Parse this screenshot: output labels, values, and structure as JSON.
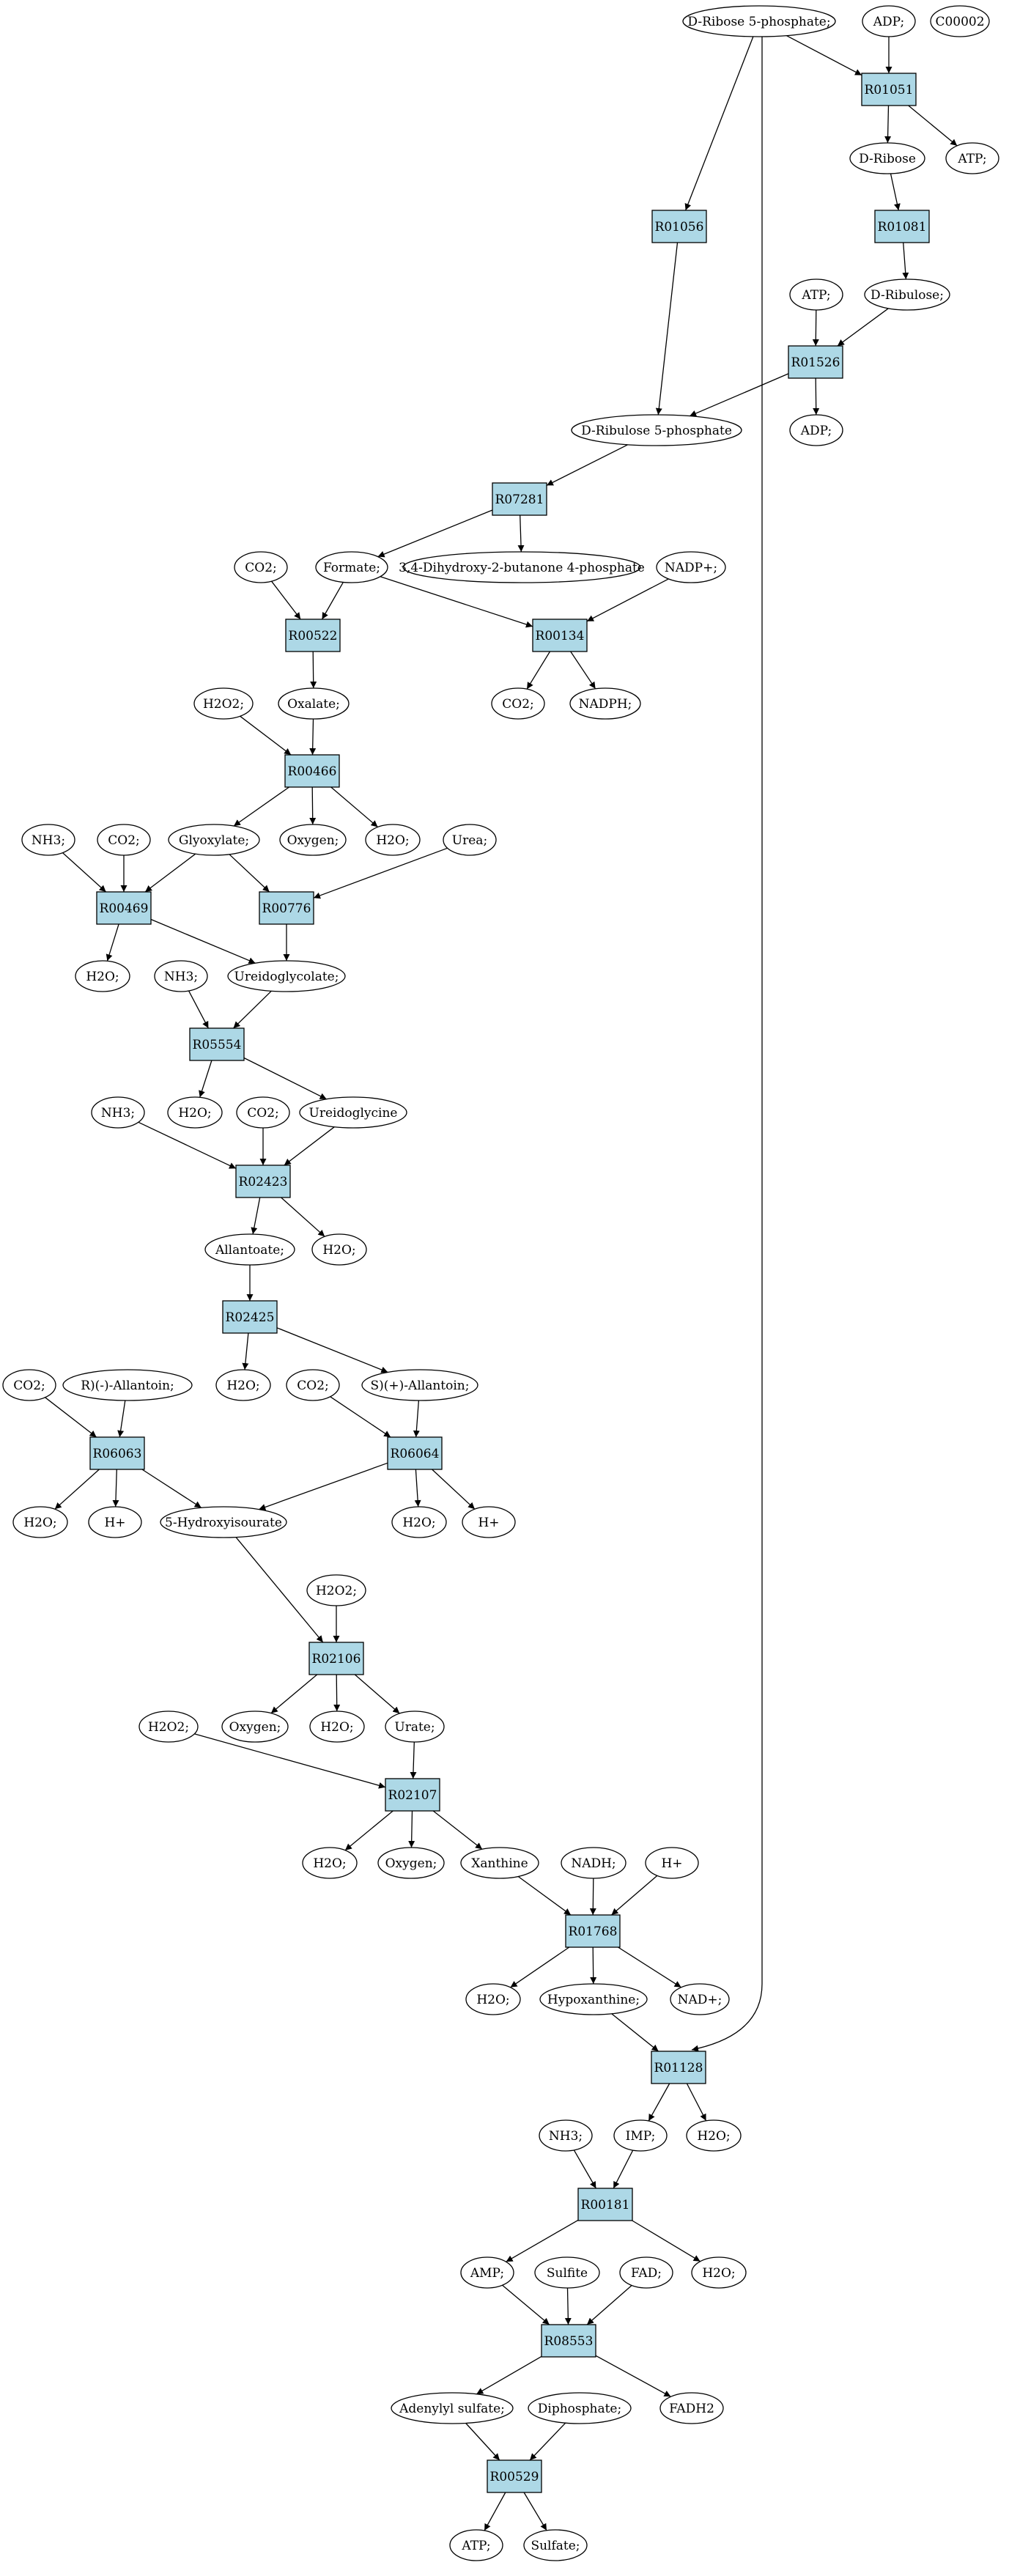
{
  "colors": {
    "reaction_fill": "#add8e6",
    "start_fill": "#00ff00",
    "highlight_fill": "#ffff00"
  },
  "nodes": [
    {
      "id": "ribose5p",
      "type": "compound",
      "label": "D-Ribose 5-phosphate;",
      "fill": "#00ff00"
    },
    {
      "id": "adp_top",
      "type": "compound",
      "label": "ADP;"
    },
    {
      "id": "c00002",
      "type": "compound",
      "label": "C00002",
      "fill": "#ffff00"
    },
    {
      "id": "r01051",
      "type": "reaction",
      "label": "R01051"
    },
    {
      "id": "dribose",
      "type": "compound",
      "label": "D-Ribose"
    },
    {
      "id": "atp_1",
      "type": "compound",
      "label": "ATP;"
    },
    {
      "id": "r01056",
      "type": "reaction",
      "label": "R01056"
    },
    {
      "id": "r01081",
      "type": "reaction",
      "label": "R01081"
    },
    {
      "id": "atp_2",
      "type": "compound",
      "label": "ATP;"
    },
    {
      "id": "dribulose",
      "type": "compound",
      "label": "D-Ribulose;"
    },
    {
      "id": "r01526",
      "type": "reaction",
      "label": "R01526"
    },
    {
      "id": "ribulose5p",
      "type": "compound",
      "label": "D-Ribulose 5-phosphate"
    },
    {
      "id": "adp_2",
      "type": "compound",
      "label": "ADP;"
    },
    {
      "id": "r07281",
      "type": "reaction",
      "label": "R07281"
    },
    {
      "id": "co2_1",
      "type": "compound",
      "label": "CO2;"
    },
    {
      "id": "formate",
      "type": "compound",
      "label": "Formate;"
    },
    {
      "id": "dhbp",
      "type": "compound",
      "label": "3,4-Dihydroxy-2-butanone 4-phosphate"
    },
    {
      "id": "nadp",
      "type": "compound",
      "label": "NADP+;"
    },
    {
      "id": "r00522",
      "type": "reaction",
      "label": "R00522"
    },
    {
      "id": "r00134",
      "type": "reaction",
      "label": "R00134"
    },
    {
      "id": "h2o2_1",
      "type": "compound",
      "label": "H2O2;"
    },
    {
      "id": "oxalate",
      "type": "compound",
      "label": "Oxalate;"
    },
    {
      "id": "co2_2",
      "type": "compound",
      "label": "CO2;"
    },
    {
      "id": "nadph",
      "type": "compound",
      "label": "NADPH;"
    },
    {
      "id": "r00466",
      "type": "reaction",
      "label": "R00466"
    },
    {
      "id": "nh3_1",
      "type": "compound",
      "label": "NH3;"
    },
    {
      "id": "co2_3",
      "type": "compound",
      "label": "CO2;"
    },
    {
      "id": "glyoxylate",
      "type": "compound",
      "label": "Glyoxylate;"
    },
    {
      "id": "oxygen_1",
      "type": "compound",
      "label": "Oxygen;"
    },
    {
      "id": "h2o_1",
      "type": "compound",
      "label": "H2O;"
    },
    {
      "id": "urea",
      "type": "compound",
      "label": "Urea;"
    },
    {
      "id": "r00469",
      "type": "reaction",
      "label": "R00469"
    },
    {
      "id": "r00776",
      "type": "reaction",
      "label": "R00776"
    },
    {
      "id": "h2o_2",
      "type": "compound",
      "label": "H2O;"
    },
    {
      "id": "nh3_2",
      "type": "compound",
      "label": "NH3;"
    },
    {
      "id": "ureidoglycolate",
      "type": "compound",
      "label": "Ureidoglycolate;"
    },
    {
      "id": "r05554",
      "type": "reaction",
      "label": "R05554"
    },
    {
      "id": "nh3_3",
      "type": "compound",
      "label": "NH3;"
    },
    {
      "id": "h2o_3",
      "type": "compound",
      "label": "H2O;"
    },
    {
      "id": "co2_4",
      "type": "compound",
      "label": "CO2;"
    },
    {
      "id": "ureidoglycine",
      "type": "compound",
      "label": "Ureidoglycine"
    },
    {
      "id": "r02423",
      "type": "reaction",
      "label": "R02423"
    },
    {
      "id": "allantoate",
      "type": "compound",
      "label": "Allantoate;"
    },
    {
      "id": "h2o_4",
      "type": "compound",
      "label": "H2O;"
    },
    {
      "id": "r02425",
      "type": "reaction",
      "label": "R02425"
    },
    {
      "id": "co2_5",
      "type": "compound",
      "label": "CO2;"
    },
    {
      "id": "r_allantoin",
      "type": "compound",
      "label": "R)(-)-Allantoin;"
    },
    {
      "id": "h2o_5",
      "type": "compound",
      "label": "H2O;"
    },
    {
      "id": "co2_6",
      "type": "compound",
      "label": "CO2;"
    },
    {
      "id": "s_allantoin",
      "type": "compound",
      "label": "S)(+)-Allantoin;"
    },
    {
      "id": "r06063",
      "type": "reaction",
      "label": "R06063"
    },
    {
      "id": "r06064",
      "type": "reaction",
      "label": "R06064"
    },
    {
      "id": "h2o_6",
      "type": "compound",
      "label": "H2O;"
    },
    {
      "id": "hplus_1",
      "type": "compound",
      "label": "H+"
    },
    {
      "id": "hiu",
      "type": "compound",
      "label": "5-Hydroxyisourate"
    },
    {
      "id": "h2o_7",
      "type": "compound",
      "label": "H2O;"
    },
    {
      "id": "hplus_2",
      "type": "compound",
      "label": "H+"
    },
    {
      "id": "h2o2_2",
      "type": "compound",
      "label": "H2O2;"
    },
    {
      "id": "r02106",
      "type": "reaction",
      "label": "R02106"
    },
    {
      "id": "h2o2_3",
      "type": "compound",
      "label": "H2O2;"
    },
    {
      "id": "oxygen_2",
      "type": "compound",
      "label": "Oxygen;"
    },
    {
      "id": "h2o_8",
      "type": "compound",
      "label": "H2O;"
    },
    {
      "id": "urate",
      "type": "compound",
      "label": "Urate;"
    },
    {
      "id": "r02107",
      "type": "reaction",
      "label": "R02107"
    },
    {
      "id": "h2o_9",
      "type": "compound",
      "label": "H2O;"
    },
    {
      "id": "oxygen_3",
      "type": "compound",
      "label": "Oxygen;"
    },
    {
      "id": "xanthine",
      "type": "compound",
      "label": "Xanthine"
    },
    {
      "id": "nadh",
      "type": "compound",
      "label": "NADH;"
    },
    {
      "id": "hplus_3",
      "type": "compound",
      "label": "H+"
    },
    {
      "id": "r01768",
      "type": "reaction",
      "label": "R01768"
    },
    {
      "id": "h2o_10",
      "type": "compound",
      "label": "H2O;"
    },
    {
      "id": "hypoxanthine",
      "type": "compound",
      "label": "Hypoxanthine;"
    },
    {
      "id": "nadplus",
      "type": "compound",
      "label": "NAD+;"
    },
    {
      "id": "r01128",
      "type": "reaction",
      "label": "R01128"
    },
    {
      "id": "nh3_4",
      "type": "compound",
      "label": "NH3;"
    },
    {
      "id": "imp",
      "type": "compound",
      "label": "IMP;"
    },
    {
      "id": "h2o_11",
      "type": "compound",
      "label": "H2O;"
    },
    {
      "id": "r00181",
      "type": "reaction",
      "label": "R00181"
    },
    {
      "id": "amp",
      "type": "compound",
      "label": "AMP;"
    },
    {
      "id": "sulfite",
      "type": "compound",
      "label": "Sulfite"
    },
    {
      "id": "fad",
      "type": "compound",
      "label": "FAD;"
    },
    {
      "id": "h2o_12",
      "type": "compound",
      "label": "H2O;"
    },
    {
      "id": "r08553",
      "type": "reaction",
      "label": "R08553"
    },
    {
      "id": "adenylylsulfate",
      "type": "compound",
      "label": "Adenylyl sulfate;"
    },
    {
      "id": "diphosphate",
      "type": "compound",
      "label": "Diphosphate;"
    },
    {
      "id": "fadh2",
      "type": "compound",
      "label": "FADH2"
    },
    {
      "id": "r00529",
      "type": "reaction",
      "label": "R00529"
    },
    {
      "id": "atp_3",
      "type": "compound",
      "label": "ATP;"
    },
    {
      "id": "sulfate",
      "type": "compound",
      "label": "Sulfate;"
    }
  ],
  "edges": [
    [
      "ribose5p",
      "r01051"
    ],
    [
      "adp_top",
      "r01051"
    ],
    [
      "r01051",
      "dribose"
    ],
    [
      "r01051",
      "atp_1"
    ],
    [
      "ribose5p",
      "r01056"
    ],
    [
      "dribose",
      "r01081"
    ],
    [
      "r01081",
      "dribulose"
    ],
    [
      "atp_2",
      "r01526"
    ],
    [
      "dribulose",
      "r01526"
    ],
    [
      "r01526",
      "ribulose5p"
    ],
    [
      "r01526",
      "adp_2"
    ],
    [
      "r01056",
      "ribulose5p"
    ],
    [
      "ribulose5p",
      "r07281"
    ],
    [
      "r07281",
      "formate"
    ],
    [
      "r07281",
      "dhbp"
    ],
    [
      "co2_1",
      "r00522"
    ],
    [
      "formate",
      "r00522"
    ],
    [
      "formate",
      "r00134"
    ],
    [
      "nadp",
      "r00134"
    ],
    [
      "r00522",
      "oxalate"
    ],
    [
      "r00134",
      "co2_2"
    ],
    [
      "r00134",
      "nadph"
    ],
    [
      "h2o2_1",
      "r00466"
    ],
    [
      "oxalate",
      "r00466"
    ],
    [
      "r00466",
      "glyoxylate"
    ],
    [
      "r00466",
      "oxygen_1"
    ],
    [
      "r00466",
      "h2o_1"
    ],
    [
      "nh3_1",
      "r00469"
    ],
    [
      "co2_3",
      "r00469"
    ],
    [
      "glyoxylate",
      "r00469"
    ],
    [
      "glyoxylate",
      "r00776"
    ],
    [
      "urea",
      "r00776"
    ],
    [
      "r00469",
      "h2o_2"
    ],
    [
      "r00469",
      "ureidoglycolate"
    ],
    [
      "r00776",
      "ureidoglycolate"
    ],
    [
      "nh3_2",
      "r05554"
    ],
    [
      "ureidoglycolate",
      "r05554"
    ],
    [
      "r05554",
      "h2o_3"
    ],
    [
      "r05554",
      "ureidoglycine"
    ],
    [
      "nh3_3",
      "r02423"
    ],
    [
      "co2_4",
      "r02423"
    ],
    [
      "ureidoglycine",
      "r02423"
    ],
    [
      "r02423",
      "allantoate"
    ],
    [
      "r02423",
      "h2o_4"
    ],
    [
      "allantoate",
      "r02425"
    ],
    [
      "r02425",
      "h2o_5"
    ],
    [
      "r02425",
      "s_allantoin"
    ],
    [
      "co2_5",
      "r06063"
    ],
    [
      "r_allantoin",
      "r06063"
    ],
    [
      "co2_6",
      "r06064"
    ],
    [
      "s_allantoin",
      "r06064"
    ],
    [
      "r06063",
      "h2o_6"
    ],
    [
      "r06063",
      "hplus_1"
    ],
    [
      "r06063",
      "hiu"
    ],
    [
      "r06064",
      "hiu"
    ],
    [
      "r06064",
      "h2o_7"
    ],
    [
      "r06064",
      "hplus_2"
    ],
    [
      "hiu",
      "r02106"
    ],
    [
      "h2o2_2",
      "r02106"
    ],
    [
      "r02106",
      "oxygen_2"
    ],
    [
      "r02106",
      "h2o_8"
    ],
    [
      "r02106",
      "urate"
    ],
    [
      "h2o2_3",
      "r02107"
    ],
    [
      "urate",
      "r02107"
    ],
    [
      "r02107",
      "h2o_9"
    ],
    [
      "r02107",
      "oxygen_3"
    ],
    [
      "r02107",
      "xanthine"
    ],
    [
      "xanthine",
      "r01768"
    ],
    [
      "nadh",
      "r01768"
    ],
    [
      "hplus_3",
      "r01768"
    ],
    [
      "r01768",
      "h2o_10"
    ],
    [
      "r01768",
      "hypoxanthine"
    ],
    [
      "r01768",
      "nadplus"
    ],
    [
      "hypoxanthine",
      "r01128"
    ],
    [
      "ribose5p",
      "r01128"
    ],
    [
      "r01128",
      "imp"
    ],
    [
      "r01128",
      "h2o_11"
    ],
    [
      "nh3_4",
      "r00181"
    ],
    [
      "imp",
      "r00181"
    ],
    [
      "r00181",
      "amp"
    ],
    [
      "r00181",
      "h2o_12"
    ],
    [
      "amp",
      "r08553"
    ],
    [
      "sulfite",
      "r08553"
    ],
    [
      "fad",
      "r08553"
    ],
    [
      "r08553",
      "adenylylsulfate"
    ],
    [
      "r08553",
      "fadh2"
    ],
    [
      "adenylylsulfate",
      "r00529"
    ],
    [
      "diphosphate",
      "r00529"
    ],
    [
      "r00529",
      "atp_3"
    ],
    [
      "r00529",
      "sulfate"
    ]
  ]
}
